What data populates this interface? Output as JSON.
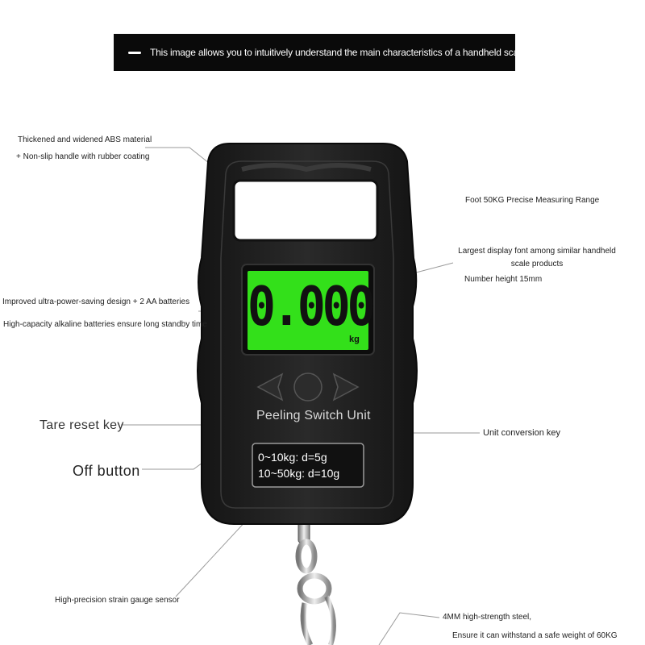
{
  "banner": {
    "text": "This image allows you to intuitively understand the main characteristics of a handheld scale"
  },
  "callouts": {
    "abs_material": "Thickened and widened ABS material",
    "handle": "+ Non-slip handle with rubber coating",
    "range": "Foot 50KG Precise Measuring Range",
    "display_font": "Largest display font among similar handheld scale products",
    "number_height": "Number height 15mm",
    "power": "Improved ultra-power-saving design + 2 AA batteries",
    "batteries": "High-capacity alkaline batteries ensure long standby time",
    "tare": "Tare reset key",
    "unit_key": "Unit conversion key",
    "off": "Off button",
    "sensor": "High-precision strain gauge sensor",
    "steel": "4MM high-strength steel,",
    "safe_weight": "Ensure it can withstand a safe weight of 60KG"
  },
  "device": {
    "reading": "0.000",
    "unit": "kg",
    "button_label": "Peeling Switch Unit",
    "range_lines": [
      "0~10kg: d=5g",
      "10~50kg: d=10g"
    ]
  },
  "colors": {
    "lcd": "#33e01a",
    "body": "#1c1c1c",
    "banner": "#0a0a0a"
  }
}
